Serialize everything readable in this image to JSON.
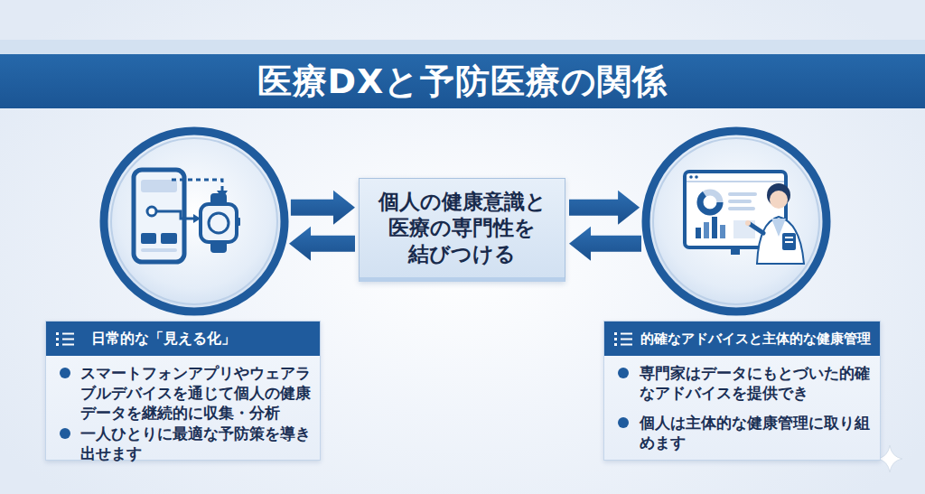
{
  "diagram": {
    "title": "医療DXと予防医療の関係",
    "nodes": [
      {
        "text": [
          "日常的な「見える化」",
          "スマートフォンアプリやウェアラ ブルデバイスを通じて個人の健康 データを継続的に収集・分析",
          "一人ひとりに最適な予防策を導き 出せます"
        ]
      },
      {
        "text": [
          "個人の健康意識と 医療の専門性を 結びつける"
        ]
      },
      {
        "text": [
          "的確なアドバイスと主体的な健康管理",
          "専門家はデータにもとづいた的確 なアドバイスを提供でき",
          "個人は主体的な健康管理に取り組 めます"
        ]
      }
    ],
    "edges": [
      {
        "from": 0,
        "to": 1,
        "arrow": "to"
      },
      {
        "from": 1,
        "to": 0,
        "arrow": "to"
      },
      {
        "from": 1,
        "to": 2,
        "arrow": "to"
      },
      {
        "from": 2,
        "to": 1,
        "arrow": "to"
      }
    ]
  }
}
